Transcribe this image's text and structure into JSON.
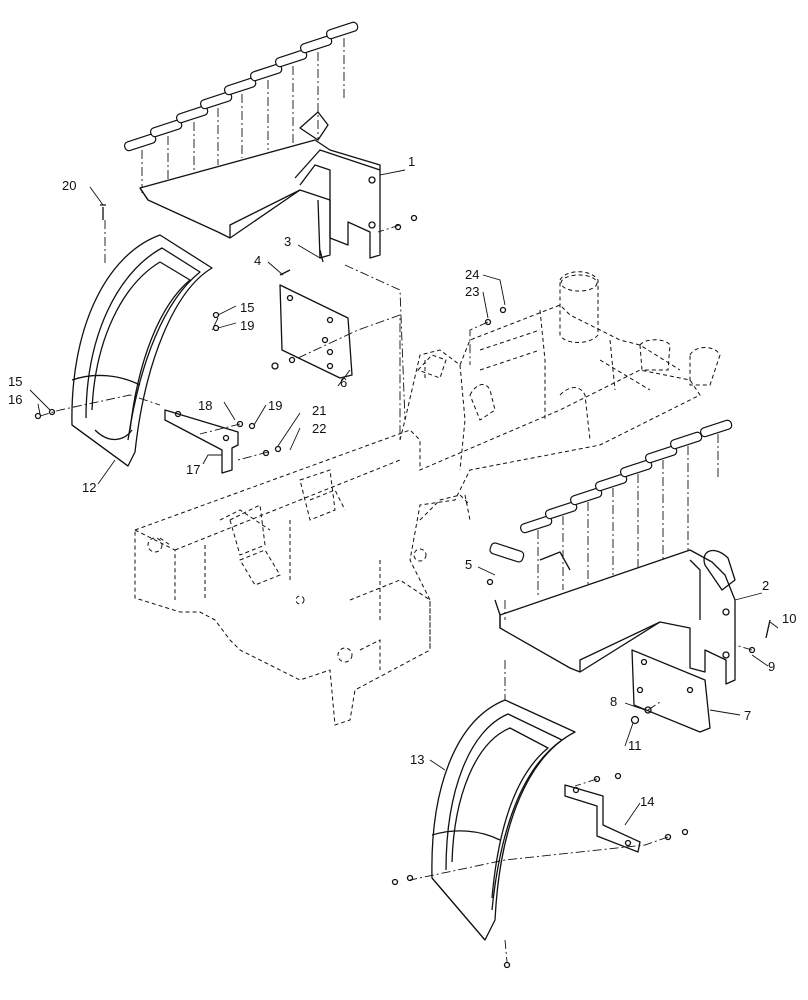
{
  "callouts": {
    "c1": "1",
    "c2": "2",
    "c3": "3",
    "c4": "4",
    "c5": "5",
    "c6": "6",
    "c7": "7",
    "c8": "8",
    "c9": "9",
    "c10": "10",
    "c11": "11",
    "c12": "12",
    "c13": "13",
    "c14": "14",
    "c15a": "15",
    "c15b": "15",
    "c16": "16",
    "c17": "17",
    "c18": "18",
    "c19a": "19",
    "c19b": "19",
    "c20": "20",
    "c21": "21",
    "c22": "22",
    "c23": "23",
    "c24": "24"
  }
}
